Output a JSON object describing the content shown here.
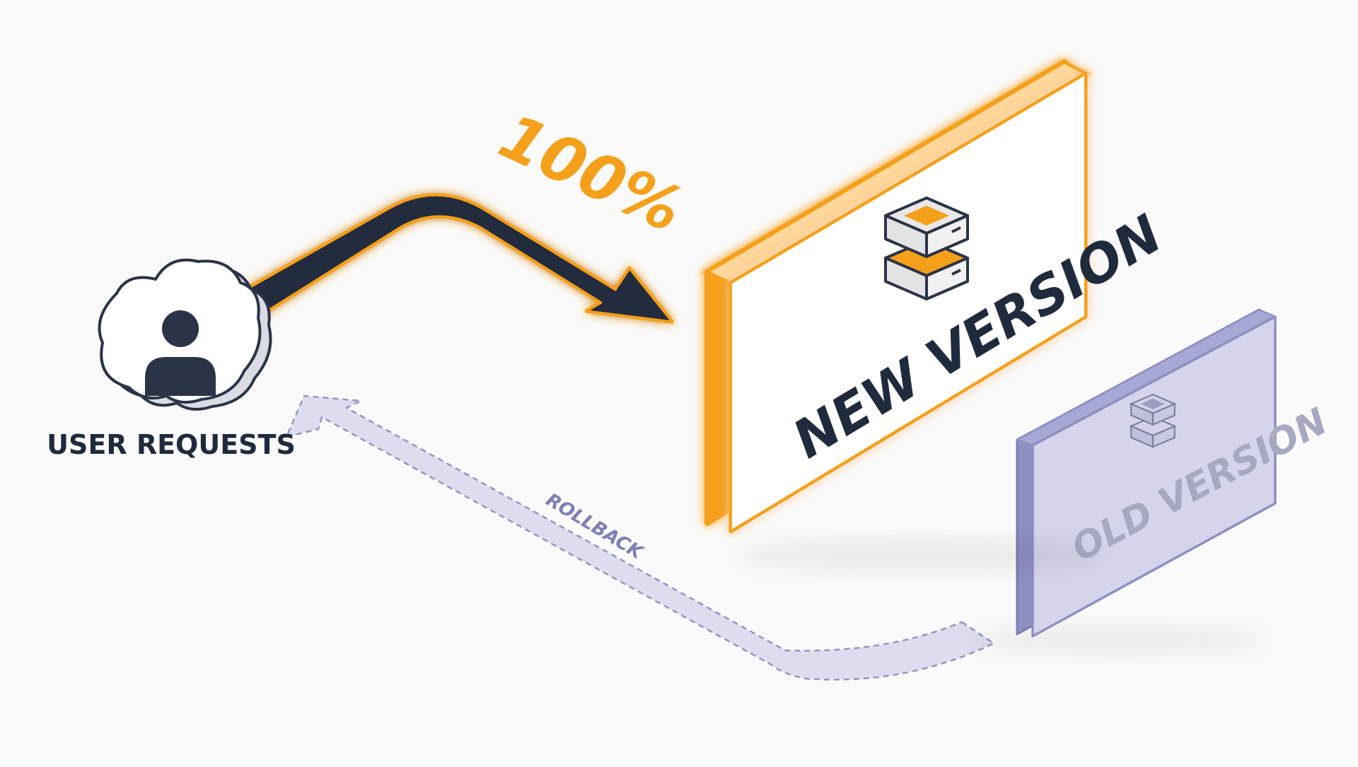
{
  "diagram": {
    "source": {
      "label": "USER REQUESTS",
      "icon": "cloud-user-icon"
    },
    "traffic": {
      "percent_label": "100%",
      "percent_value": 100
    },
    "new_version": {
      "label": "NEW VERSION",
      "icon": "server-stack-icon"
    },
    "old_version": {
      "label": "OLD VERSION",
      "icon": "server-stack-icon"
    },
    "rollback": {
      "label": "ROLLBACK"
    }
  },
  "colors": {
    "background": "#fafafa",
    "accent_orange": "#f5a01a",
    "arrow_navy": "#232b3e",
    "text_navy": "#1f2a3c",
    "old_purple_fill": "#d4d5ea",
    "old_purple_edge": "#8e8fc2",
    "rollback_fill": "#dcddef",
    "rollback_stroke": "#9495c2",
    "rollback_text": "#7d7fb5"
  }
}
